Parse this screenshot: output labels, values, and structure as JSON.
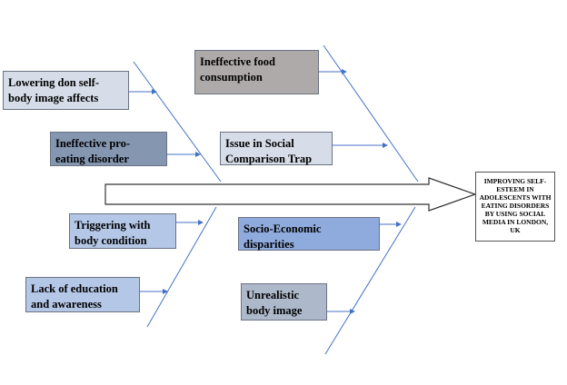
{
  "effect": "IMPROVING SELF-ESTEEM  IN ADOLESCENTS WITH EATING DISORDERS BY USING SOCIAL MEDIA IN LONDON, UK",
  "causes": [
    {
      "id": "c1",
      "label": "Lowering don self-\nbody image affects",
      "color": "#d6dde8"
    },
    {
      "id": "c2",
      "label": "Ineffective pro-\neating disorder",
      "color": "#8496b0"
    },
    {
      "id": "c3",
      "label": "Triggering with\nbody condition",
      "color": "#b4c7e7"
    },
    {
      "id": "c4",
      "label": "Lack of education\nand awareness",
      "color": "#b4c7e7"
    },
    {
      "id": "c5",
      "label": "Ineffective food\nconsumption",
      "color": "#aeaaaa"
    },
    {
      "id": "c6",
      "label": "Issue in Social\nComparison Trap",
      "color": "#d6dde8"
    },
    {
      "id": "c7",
      "label": "Socio-Economic\ndisparities",
      "color": "#8faadc"
    },
    {
      "id": "c8",
      "label": "Unrealistic\nbody image",
      "color": "#adb9ca"
    }
  ],
  "colors": {
    "line": "#4472c4",
    "arrow_stroke": "#333333"
  }
}
